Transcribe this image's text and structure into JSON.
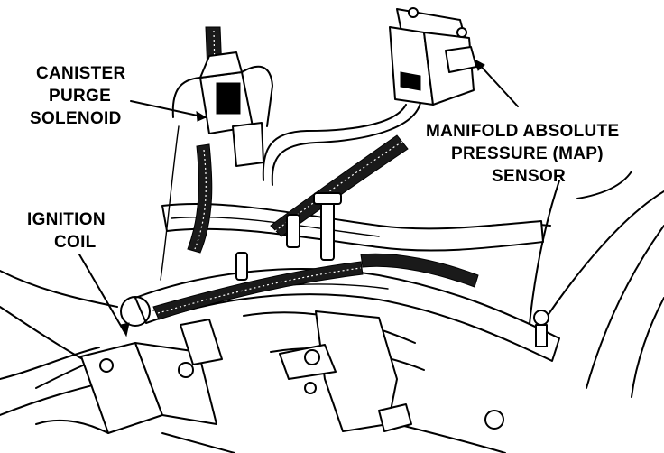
{
  "labels": {
    "canister": {
      "line1": "CANISTER",
      "line2": "PURGE",
      "line3": "SOLENOID"
    },
    "map": {
      "line1": "MANIFOLD ABSOLUTE",
      "line2": "PRESSURE (MAP)",
      "line3": "SENSOR"
    },
    "ignition": {
      "line1": "IGNITION",
      "line2": "COIL"
    }
  }
}
